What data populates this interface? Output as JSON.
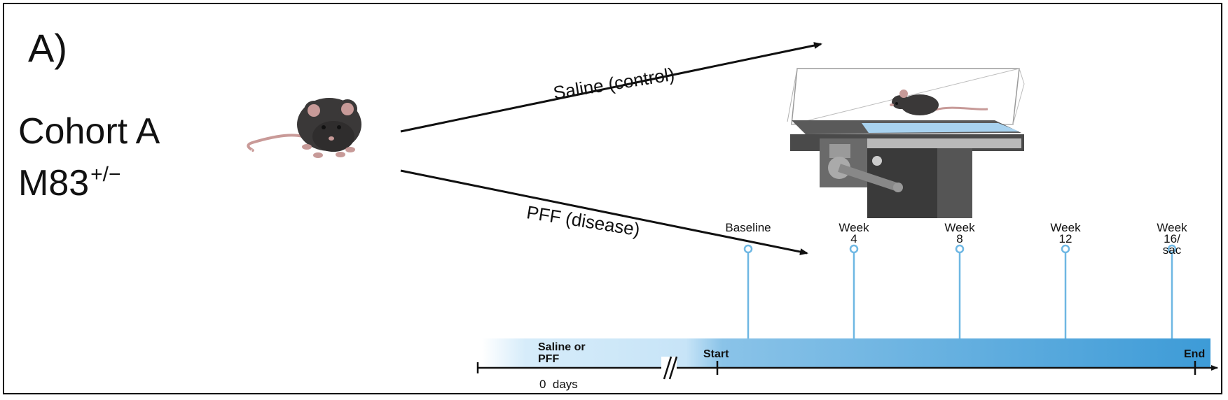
{
  "panel": {
    "label": "A)"
  },
  "cohort": {
    "name": "Cohort A",
    "genotype": "M83",
    "genotype_sup": "+/−"
  },
  "arrows": {
    "upper_label": "Saline (control)",
    "lower_label": "PFF (disease)"
  },
  "timepoints": [
    {
      "line1": "Baseline",
      "line2": "",
      "line3": ""
    },
    {
      "line1": "Week",
      "line2": "4",
      "line3": ""
    },
    {
      "line1": "Week",
      "line2": "8",
      "line3": ""
    },
    {
      "line1": "Week",
      "line2": "12",
      "line3": ""
    },
    {
      "line1": "Week",
      "line2": "16/",
      "line3": "sac"
    }
  ],
  "timeline": {
    "injection_label_line1": "Saline or",
    "injection_label_line2": "PFF",
    "days_label": "0  days",
    "start_label": "Start",
    "end_label": "End"
  },
  "colors": {
    "timeline_light": "#d6ecfa",
    "timeline_dark": "#3d9bd7",
    "stem": "#6eb7e3",
    "mouse_body": "#3a3838",
    "mouse_ear": "#c79a98",
    "treadmill": "#4a4a4a"
  },
  "icons": [
    "mouse-icon",
    "treadmill-icon",
    "running-mouse-icon"
  ]
}
